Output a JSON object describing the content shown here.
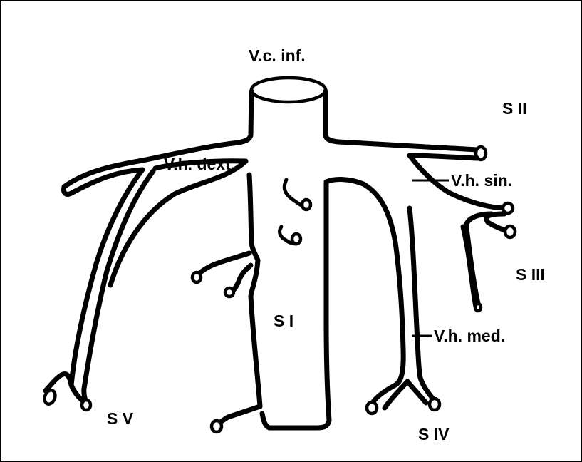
{
  "diagram": {
    "labels": {
      "vc_inf": "V.c. inf.",
      "vh_dext": "V.h. dext.",
      "vh_sin": "V.h. sin.",
      "vh_med": "V.h. med.",
      "s1": "S I",
      "s2": "S II",
      "s3": "S III",
      "s4": "S IV",
      "s5": "S V"
    },
    "colors": {
      "line": "#000000",
      "background": "#ffffff"
    }
  }
}
